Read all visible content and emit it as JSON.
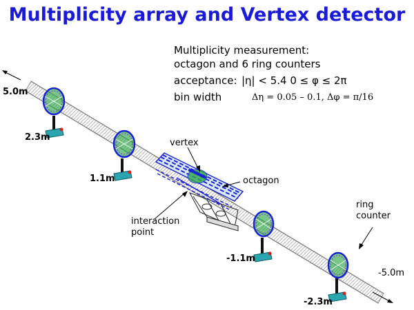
{
  "title": "Multiplicity array and Vertex detector",
  "info": {
    "line1": "Multiplicity measurement:",
    "line2": "octagon and 6 ring counters",
    "acceptance_label": "acceptance:",
    "acceptance_value": "|η| < 5.4  0 ≤ φ ≤ 2π",
    "binwidth_label": "bin width",
    "binwidth_value": "Δη = 0.05 – 0.1, Δφ = π/16"
  },
  "labels": {
    "pos_5m": "5.0m",
    "pos_2_3m": "2.3m",
    "pos_1_1m": "1.1m",
    "neg_1_1m": "-1.1m",
    "neg_2_3m": "-2.3m",
    "neg_5m": "-5.0m",
    "vertex": "vertex",
    "octagon": "octagon",
    "interaction_point": "interaction\npoint",
    "ring_counter": "ring\ncounter"
  },
  "colors": {
    "title": "#1a1ad8",
    "ring_blue": "#1a22d6",
    "ring_green": "#2fa84a",
    "ring_purple": "#8a2bd0",
    "stand_teal": "#2aa6b0",
    "accent_red": "#d82020",
    "beampipe": "#9a9a9a"
  }
}
